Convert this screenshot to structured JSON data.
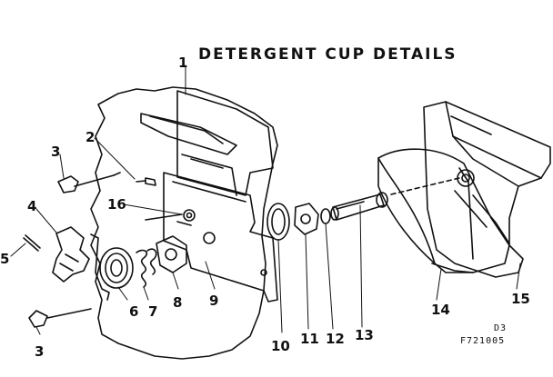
{
  "title": "DETERGENT CUP DETAILS",
  "callouts": [
    "1",
    "2",
    "3",
    "4",
    "5",
    "16",
    "6",
    "7",
    "8",
    "9",
    "10",
    "11",
    "12",
    "13",
    "14",
    "15",
    "3"
  ],
  "codes": {
    "line1": "D3",
    "line2": "F721005"
  }
}
